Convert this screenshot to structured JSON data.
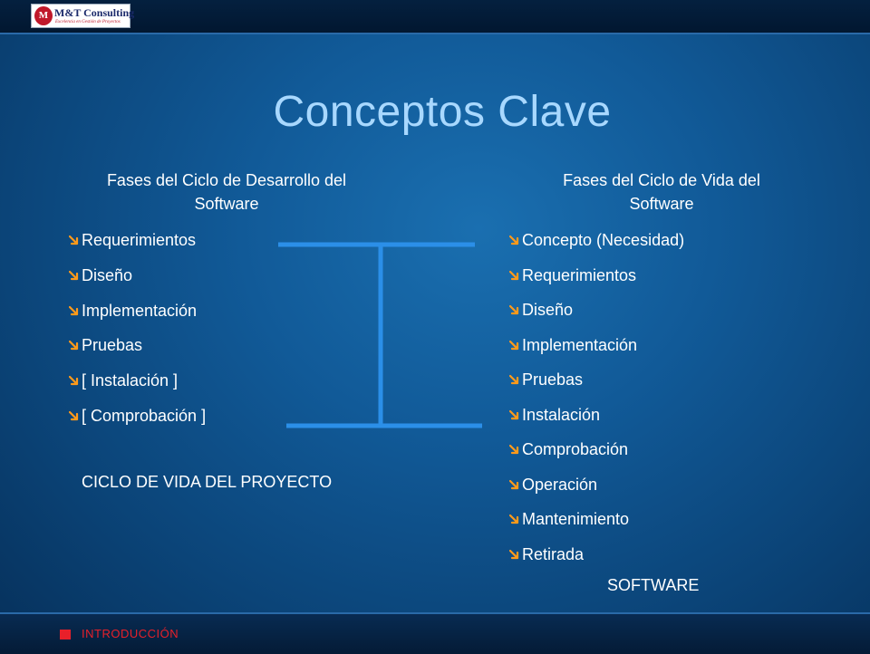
{
  "header": {
    "logo_mark": "M",
    "logo_name": "M&T Consulting",
    "logo_tagline": "Excelencia en Gestión de Proyectos"
  },
  "title": "Conceptos Clave",
  "left_column": {
    "heading_line1": "Fases del Ciclo de Desarrollo del",
    "heading_line2": "Software",
    "items": [
      "Requerimientos",
      "Diseño",
      "Implementación",
      "Pruebas",
      "[ Instalación ]",
      "[ Comprobación ]"
    ],
    "caption": "CICLO DE VIDA DEL PROYECTO"
  },
  "right_column": {
    "heading_line1": "Fases del Ciclo de Vida del",
    "heading_line2": "Software",
    "items": [
      "Concepto (Necesidad)",
      "Requerimientos",
      "Diseño",
      "Implementación",
      "Pruebas",
      "Instalación",
      "Comprobación",
      "Operación",
      "Mantenimiento",
      "Retirada"
    ],
    "caption": "SOFTWARE"
  },
  "footer": {
    "section": "INTRODUCCIÓN"
  },
  "colors": {
    "background": "#0f5796",
    "title": "#a8d8ff",
    "bullet": "#ff9a1a",
    "bracket": "#2b8fe8",
    "footer_accent": "#e8202a"
  },
  "icons": {
    "bullet": "arrow-down-right-icon",
    "footer": "square-icon"
  }
}
